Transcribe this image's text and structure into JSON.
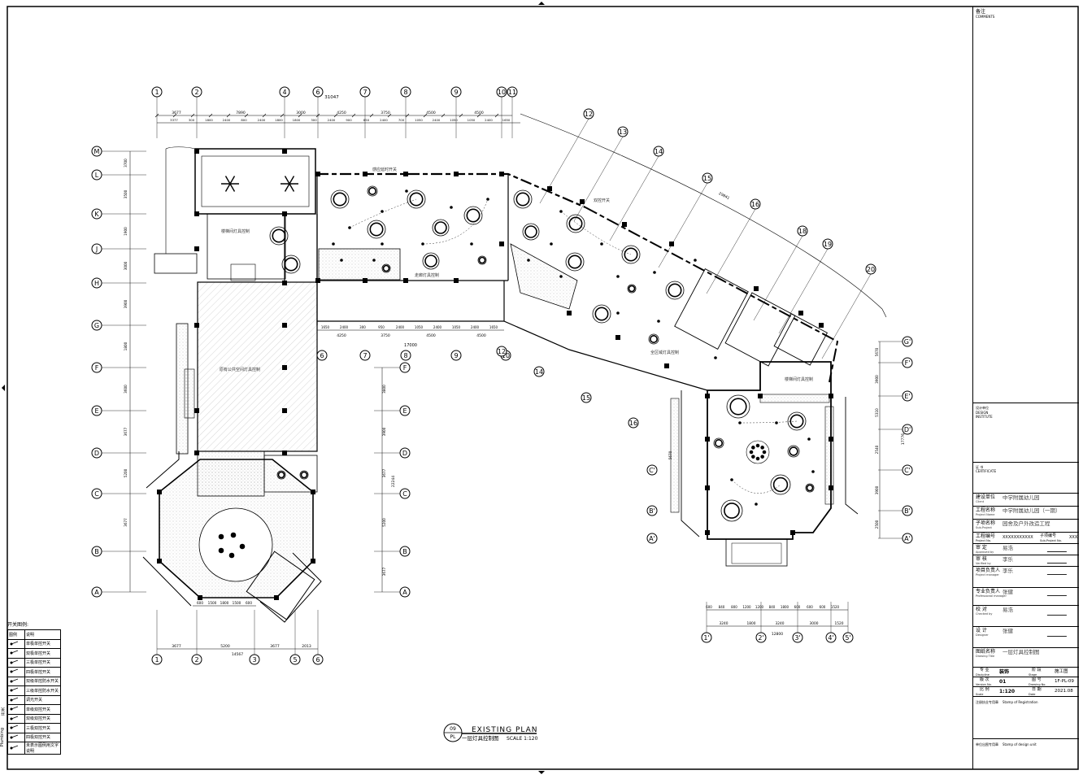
{
  "drawing": {
    "title_en": "EXISTING PLAN",
    "title_cn": "一层灯具控制图",
    "scale_text": "SCALE 1:120",
    "tag_top": "09",
    "tag_bottom": "PL"
  },
  "grid_top": [
    "1",
    "2",
    "4",
    "6",
    "7",
    "8",
    "9",
    "10",
    "11"
  ],
  "grid_bottom": [
    "1",
    "2",
    "3",
    "5",
    "6"
  ],
  "grid_left": [
    "M",
    "L",
    "K",
    "J",
    "H",
    "G",
    "F",
    "E",
    "D",
    "C",
    "B",
    "A"
  ],
  "grid_right_mid": [
    "F",
    "E",
    "D",
    "C",
    "B",
    "A"
  ],
  "grid_diag": [
    "12",
    "13",
    "14",
    "15",
    "16",
    "18",
    "19",
    "20"
  ],
  "grid_right": [
    "G'",
    "F'",
    "E'",
    "D'",
    "C'",
    "B'",
    "A'"
  ],
  "grid_right_bottom": [
    "1'",
    "2'",
    "3'",
    "4'",
    "5'"
  ],
  "dims": {
    "top_total": "31047",
    "top_row1": [
      "3677",
      "7890",
      "3000",
      "4250",
      "3750",
      "4500",
      "4500"
    ],
    "top_row2": [
      "3377",
      "300",
      "1800",
      "2400",
      "800",
      "2400",
      "1800",
      "1800",
      "300",
      "2400",
      "900",
      "850",
      "2400",
      "700",
      "1050",
      "2400",
      "1050",
      "1050",
      "2400",
      "1650"
    ],
    "mid_row": [
      "1650",
      "2400",
      "300",
      "950",
      "2400",
      "1050",
      "2400",
      "1050",
      "2400",
      "1650"
    ],
    "mid_row2": [
      "4250",
      "3750",
      "4500",
      "4500"
    ],
    "mid_total": "17000",
    "bottom_row1": [
      "600",
      "1500",
      "1800",
      "1500",
      "600"
    ],
    "bottom_row2": [
      "3677",
      "5200",
      "3677",
      "2013"
    ],
    "bottom_total": "14567",
    "right_bottom1": [
      "600",
      "840",
      "800",
      "1200",
      "1200",
      "840",
      "1800",
      "600",
      "600",
      "600",
      "1520"
    ],
    "right_bottom2": [
      "3240",
      "1800",
      "3240",
      "3000",
      "1520"
    ],
    "right_total": "12800",
    "left_col": [
      "3700",
      "3500",
      "1900",
      "3000",
      "3900",
      "1800",
      "3600",
      "3677",
      "5200",
      "3677"
    ],
    "middle_vertical": [
      "3800",
      "3900",
      "3677",
      "5200",
      "3677"
    ],
    "vertical_total": "22244",
    "right_col": [
      "5670",
      "3900",
      "5310",
      "2540",
      "3900",
      "2500"
    ],
    "right_vertical_total": "17776",
    "diag_total": "29841"
  },
  "annotations": {
    "stair_note": "楼梯间灯具控制",
    "smart_switch_1": "感应延时开关",
    "smart_switch_2": "双控开关",
    "lobby_note": "原有公共空间灯具控制",
    "ramp_note": "楼梯间灯具控制",
    "central_note": "全区域灯具控制",
    "corridor_note": "走廊灯具控制"
  },
  "legend": {
    "header": "开关图例:",
    "col1": "图例",
    "col2": "说明",
    "items": [
      "单极单控开关",
      "双极单控开关",
      "三极单控开关",
      "四极单控开关",
      "双级单控防水开关",
      "三级单控防水开关",
      "调光开关",
      "单级双控开关",
      "双级双控开关",
      "三极双控开关",
      "四极双控开关",
      "未表示图例用文字说明"
    ],
    "side_label": "Plumbing",
    "side_label2": "开关"
  },
  "title_block": {
    "comments_cn": "备注",
    "comments_en": "COMMENTS",
    "design_cn": "设计单位",
    "design_en": "DESIGN",
    "design_en2": "INSTITUTE",
    "cert_cn": "证 书",
    "cert_en": "CERTIFICATE",
    "client_label": "建设单位",
    "client_en": "Client",
    "client": "中学附属幼儿园",
    "project_label": "工程名称",
    "project_en": "Project Name",
    "project": "中学附属幼儿园（一期）",
    "sub_label": "子项名称",
    "sub_en": "Sub-Project",
    "sub_project": "园舍及户外改造工程",
    "projno_label": "工程编号",
    "projno_en": "Project No.",
    "projno": "XXXXXXXXXXX",
    "subno_label": "子项编号",
    "subno_en": "Sub-Project No.",
    "subno": "XXX",
    "approved_label": "审 定",
    "approved_en": "Approved by",
    "approved_by": "易浩",
    "verified_label": "审 核",
    "verified_en": "Verified by",
    "verified_by": "李乐",
    "pm_label": "项目负责人",
    "pm_en": "Project manager",
    "pm": "李乐",
    "pro_label": "专业负责人",
    "pro_en": "Professional manager",
    "pro": "张健",
    "checked_label": "校 对",
    "checked_en": "Checked by",
    "checked_by": "易浩",
    "designer_label": "设 计",
    "designer_en": "Designer",
    "designer": "张健",
    "dwg_name_label": "图纸名称",
    "dwg_name_en": "Drawing Title",
    "dwg_name": "一层灯具控制图",
    "disc_label": "专 业",
    "disc_en": "Discipline",
    "disc": "装饰",
    "stage_label": "阶 段",
    "stage_en": "Stage",
    "stage": "施工图",
    "ver_label": "版 次",
    "ver_en": "Version No.",
    "ver": "01",
    "dwgno_label": "图 号",
    "dwgno_en": "Drawing No.",
    "dwgno": "1F-PL-09",
    "scale_label": "比 例",
    "scale_en": "Scale",
    "scale": "1:120",
    "date_label": "日 期",
    "date_en": "Date",
    "date": "2021.08",
    "reg_label": "注册执业专用章",
    "reg_en": "Stamp of Registration",
    "unit_label": "单位出图专用章",
    "unit_en": "Stamp of design unit"
  }
}
